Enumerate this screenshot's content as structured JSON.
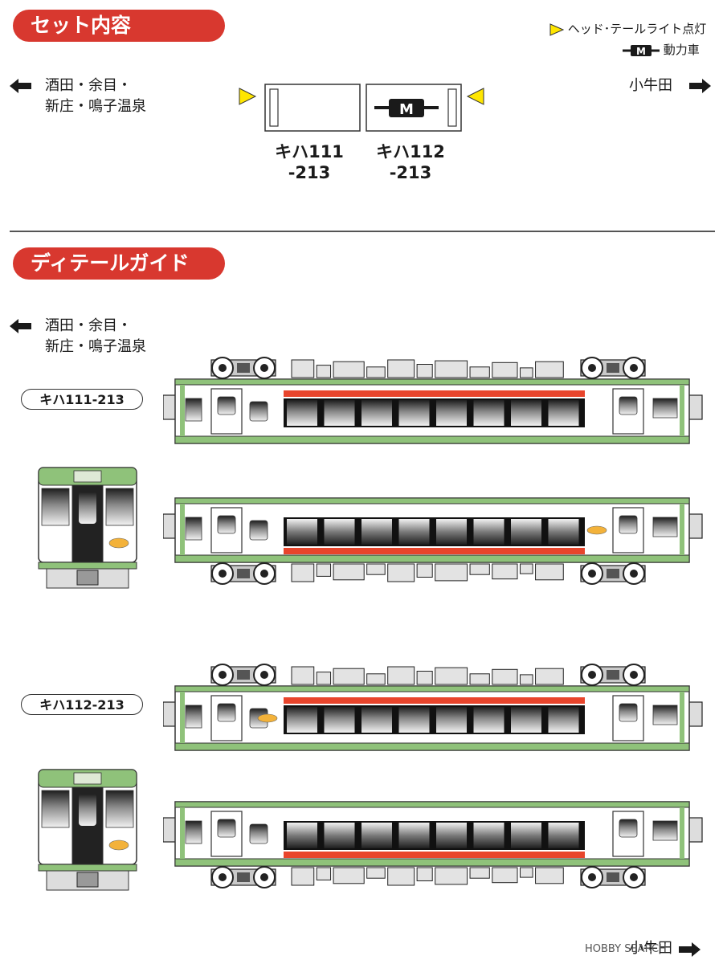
{
  "set_contents": {
    "title": "セット内容",
    "legend": {
      "headlight": "ヘッド･テールライト点灯",
      "motor_badge": "M",
      "motor": "動力車"
    },
    "left_destination": {
      "line1": "酒田・余目・",
      "line2": "新庄・鳴子温泉"
    },
    "right_destination": "小牛田",
    "cars": [
      {
        "line1": "キハ111",
        "line2": "-213"
      },
      {
        "line1": "キハ112",
        "line2": "-213",
        "badge": "M"
      }
    ]
  },
  "detail_guide": {
    "title": "ディテールガイド",
    "left_destination": {
      "line1": "酒田・余目・",
      "line2": "新庄・鳴子温泉"
    },
    "right_destination": "小牛田",
    "car_tags": [
      "キハ111-213",
      "キハ112-213"
    ]
  },
  "watermark": "HOBBY SEARCH",
  "colors": {
    "accent_red": "#d8382f",
    "livery_green": "#8fc27a",
    "stripe_red": "#e8452c",
    "light_yellow": "#ffe600"
  }
}
